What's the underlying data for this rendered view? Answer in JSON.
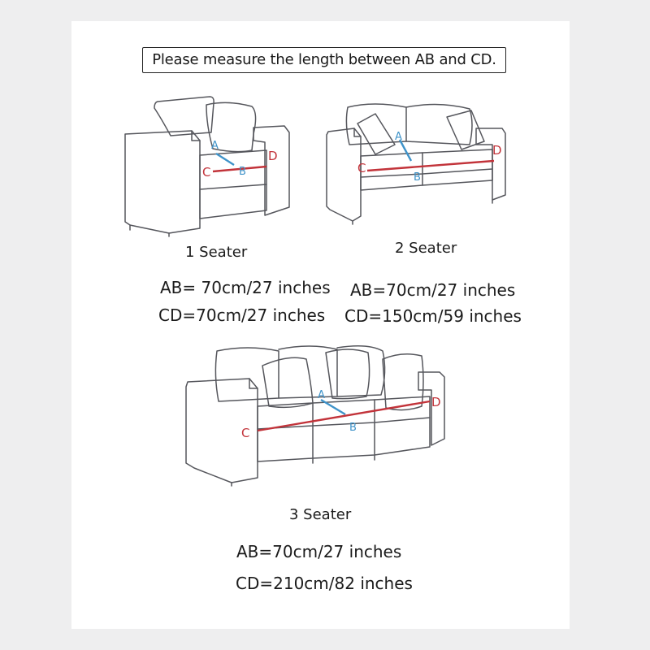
{
  "instruction": "Please measure the length between  AB and CD.",
  "points": {
    "a": "A",
    "b": "B",
    "c": "C",
    "d": "D"
  },
  "colors": {
    "ab_line": "#3f93c9",
    "cd_line": "#c2333a",
    "outline": "#55565c"
  },
  "seaters": [
    {
      "name": "1 Seater",
      "ab": "AB= 70cm/27 inches",
      "cd": "CD=70cm/27 inches"
    },
    {
      "name": "2 Seater",
      "ab": "AB=70cm/27 inches",
      "cd": "CD=150cm/59 inches"
    },
    {
      "name": "3 Seater",
      "ab": "AB=70cm/27 inches",
      "cd": "CD=210cm/82 inches"
    }
  ]
}
